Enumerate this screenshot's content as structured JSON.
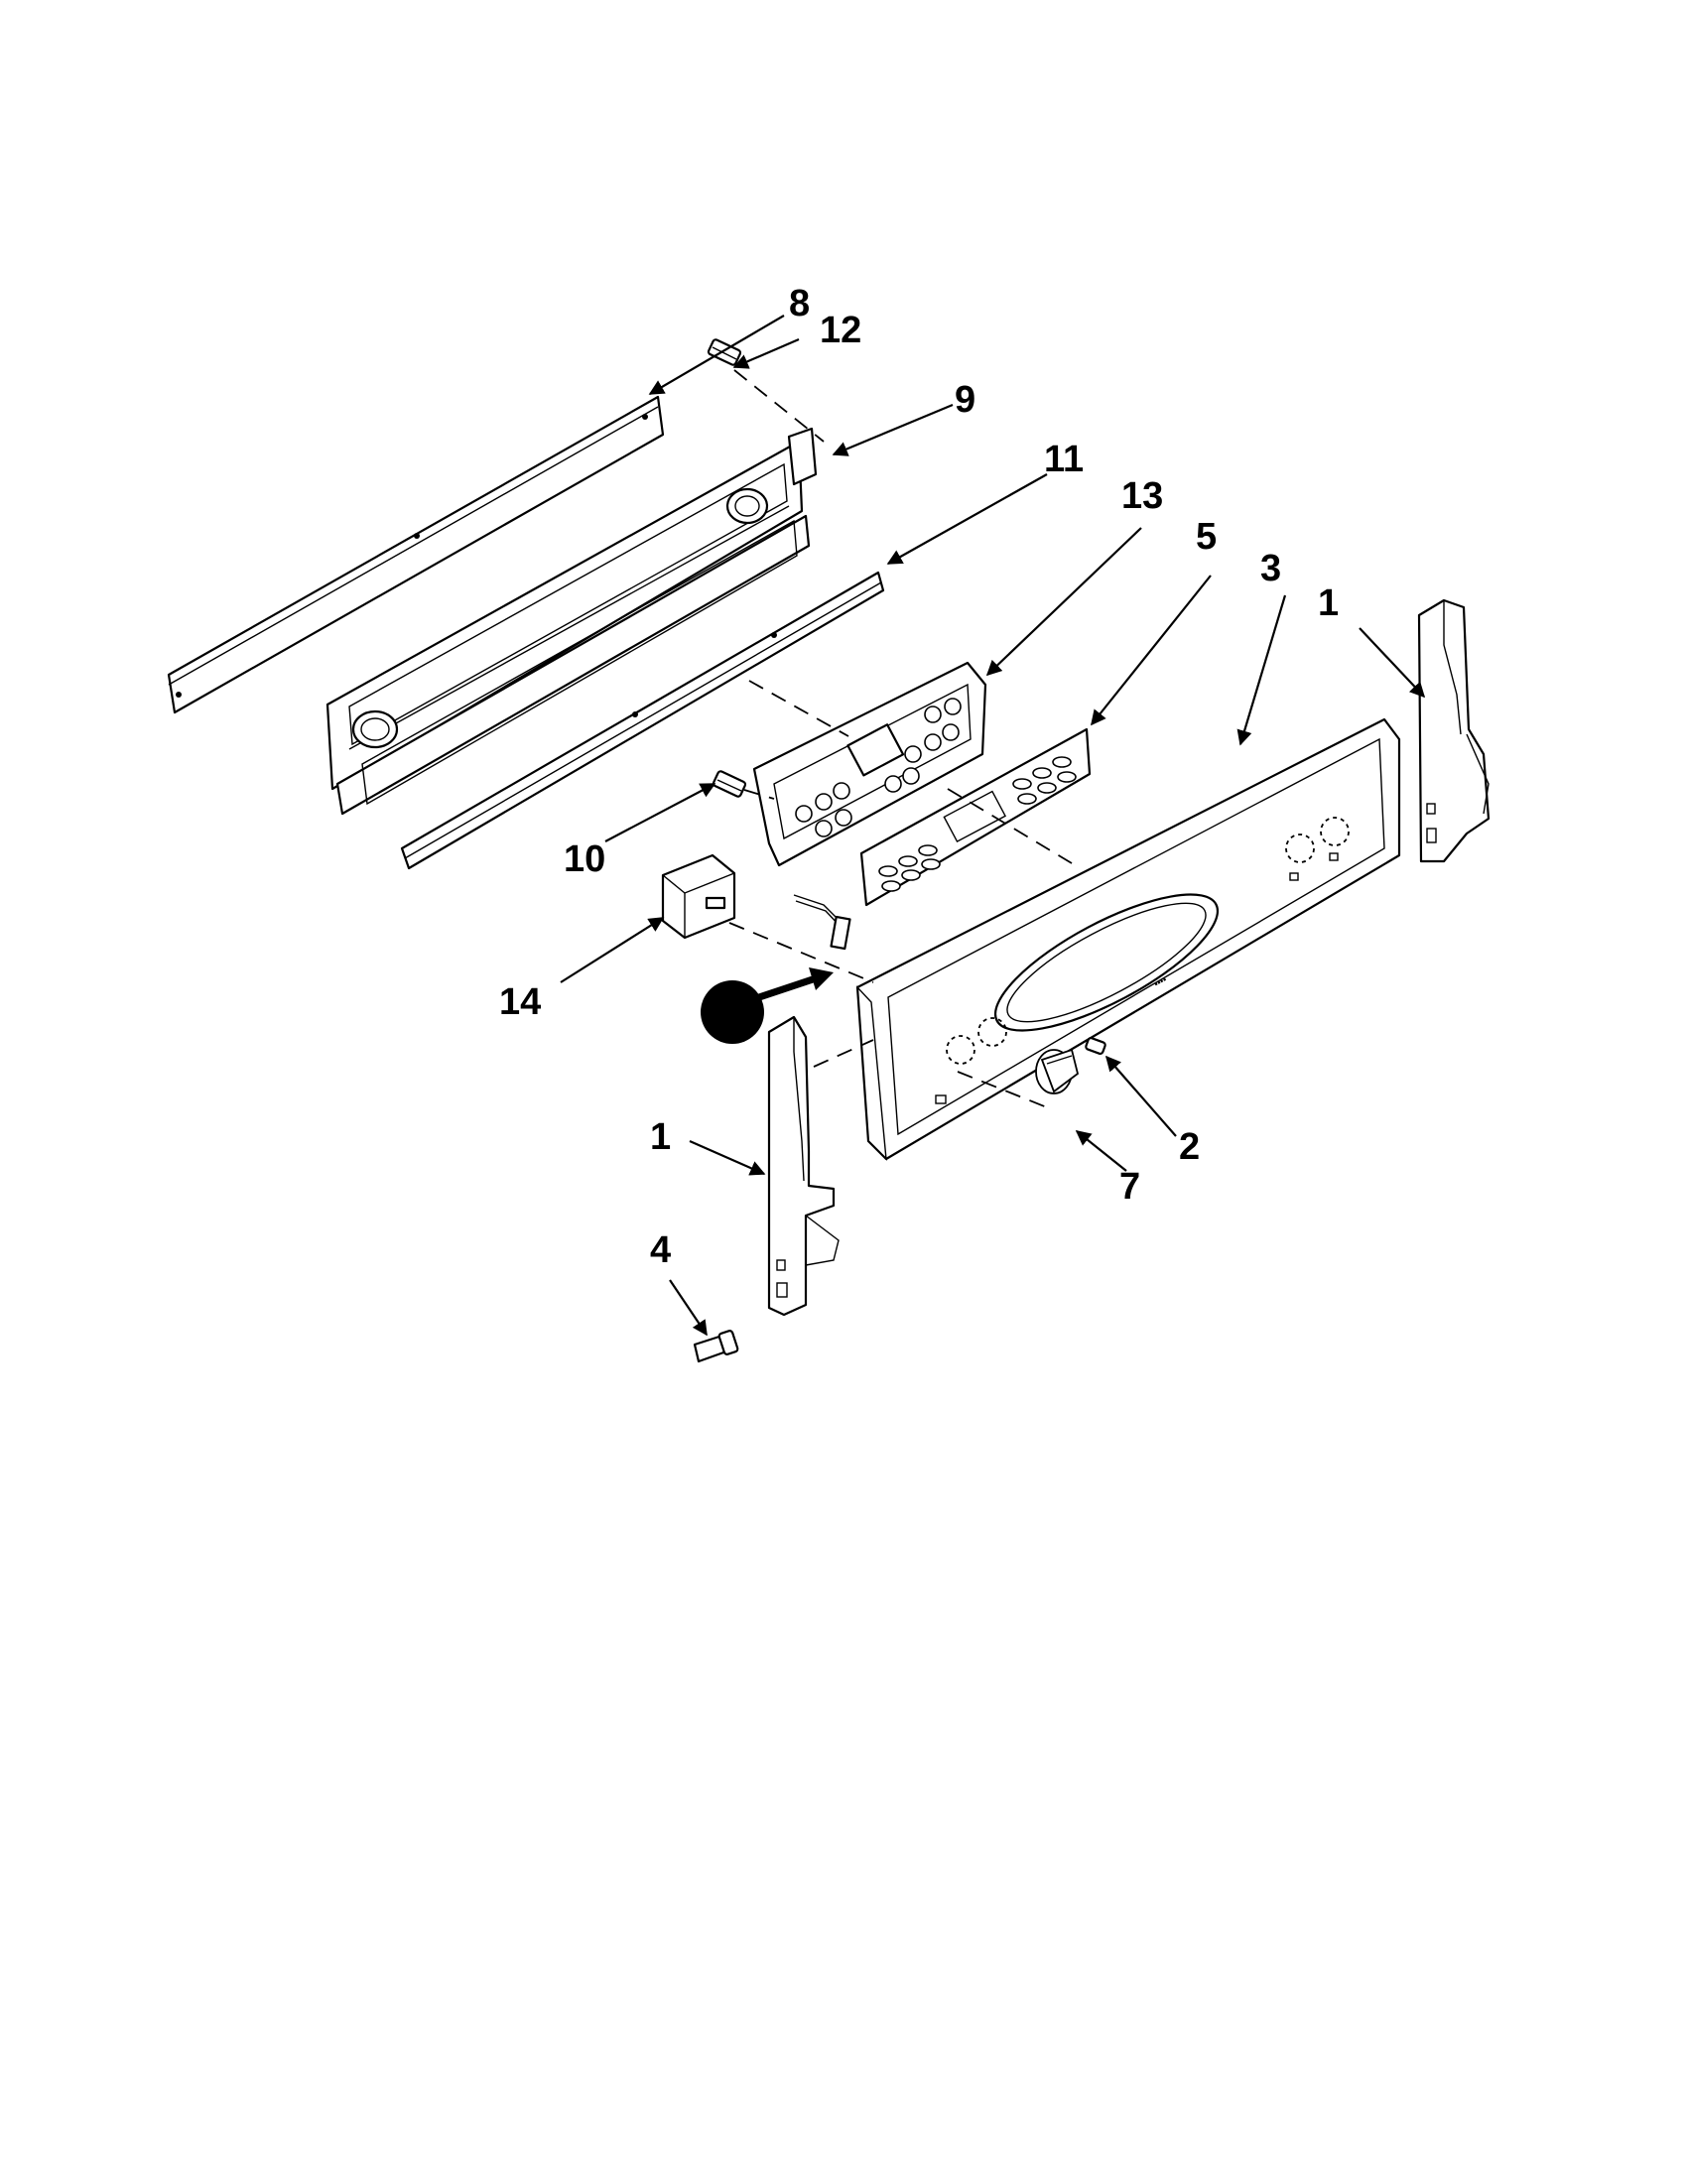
{
  "callouts": {
    "c8": "8",
    "c12": "12",
    "c9": "9",
    "c11": "11",
    "c13": "13",
    "c5": "5",
    "c3": "3",
    "c1_right": "1",
    "c10": "10",
    "c14": "14",
    "c1_left": "1",
    "c2": "2",
    "c7": "7",
    "c4": "4"
  },
  "colors": {
    "line": "#000000",
    "background": "#ffffff"
  }
}
